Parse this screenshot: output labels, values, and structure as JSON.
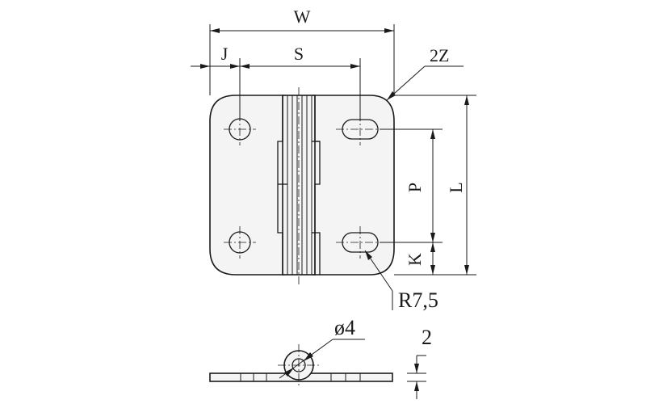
{
  "labels": {
    "width": "W",
    "pitch_x": "S",
    "edge_x": "J",
    "corner": "2Z",
    "length": "L",
    "pitch_y": "P",
    "edge_y": "K",
    "slot_radius": "R7,5",
    "pin_diameter": "ø4",
    "thickness": "2"
  },
  "colors": {
    "line": "#1a1a1a",
    "fill": "#f4f4f4",
    "background": "#ffffff"
  }
}
